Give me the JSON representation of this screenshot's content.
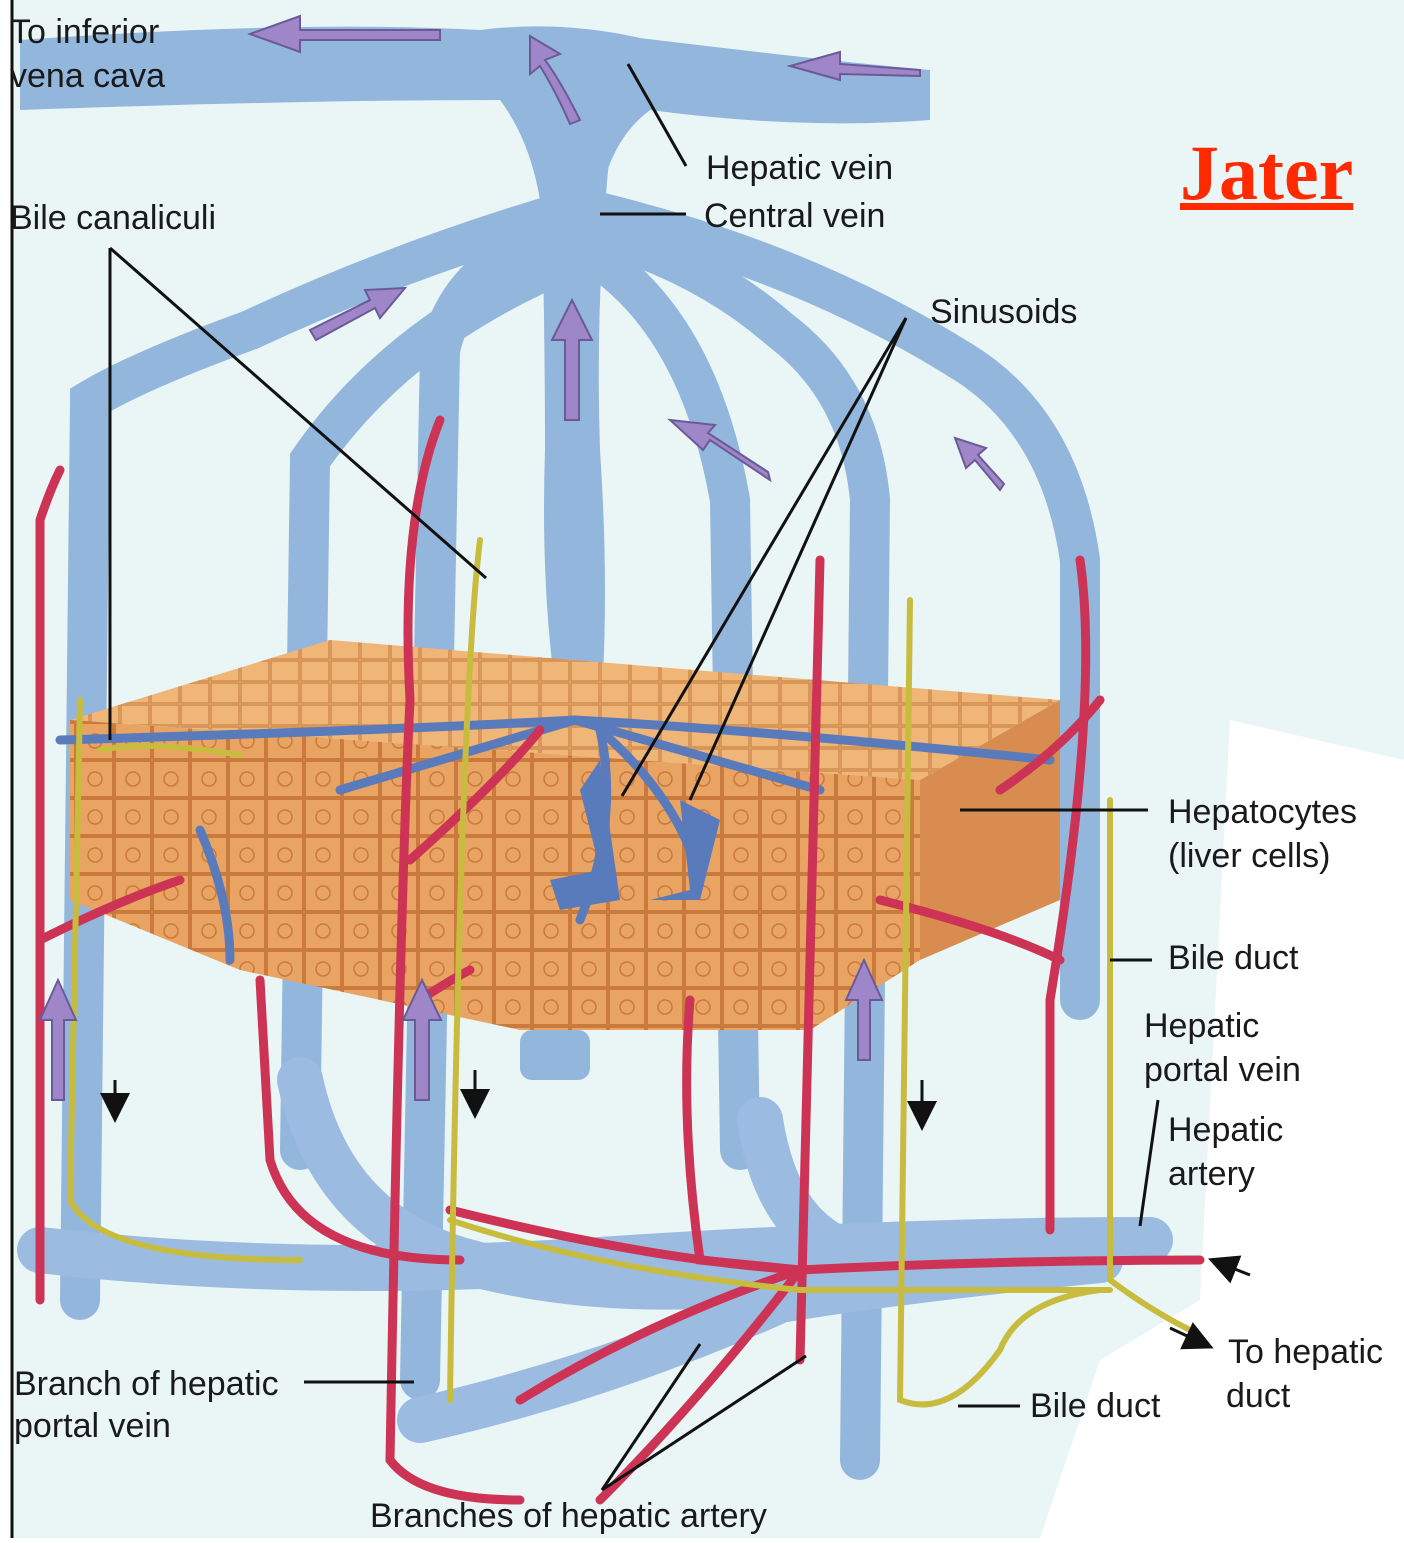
{
  "title": "Jater",
  "labels": {
    "to_ivc_1": "To inferior",
    "to_ivc_2": "vena cava",
    "hepatic_vein": "Hepatic vein",
    "central_vein": "Central vein",
    "bile_canaliculi": "Bile canaliculi",
    "sinusoids": "Sinusoids",
    "hepatocytes_1": "Hepatocytes",
    "hepatocytes_2": "(liver cells)",
    "bile_duct_right": "Bile duct",
    "portal_vein_1": "Hepatic",
    "portal_vein_2": "portal vein",
    "hepatic_artery_1": "Hepatic",
    "hepatic_artery_2": "artery",
    "to_hepatic_duct_1": "To hepatic",
    "to_hepatic_duct_2": "duct",
    "bile_duct_bottom": "Bile duct",
    "branch_portal_1": "Branch of hepatic",
    "branch_portal_2": "portal vein",
    "branches_artery": "Branches of hepatic artery"
  },
  "colors": {
    "background": "#eaf5f6",
    "vein": "#93b6dc",
    "artery": "#cc3355",
    "bile": "#c8bc3e",
    "hepatocyte": "#e8a060",
    "arrow": "#9e86c8",
    "title": "#ff2a00"
  }
}
